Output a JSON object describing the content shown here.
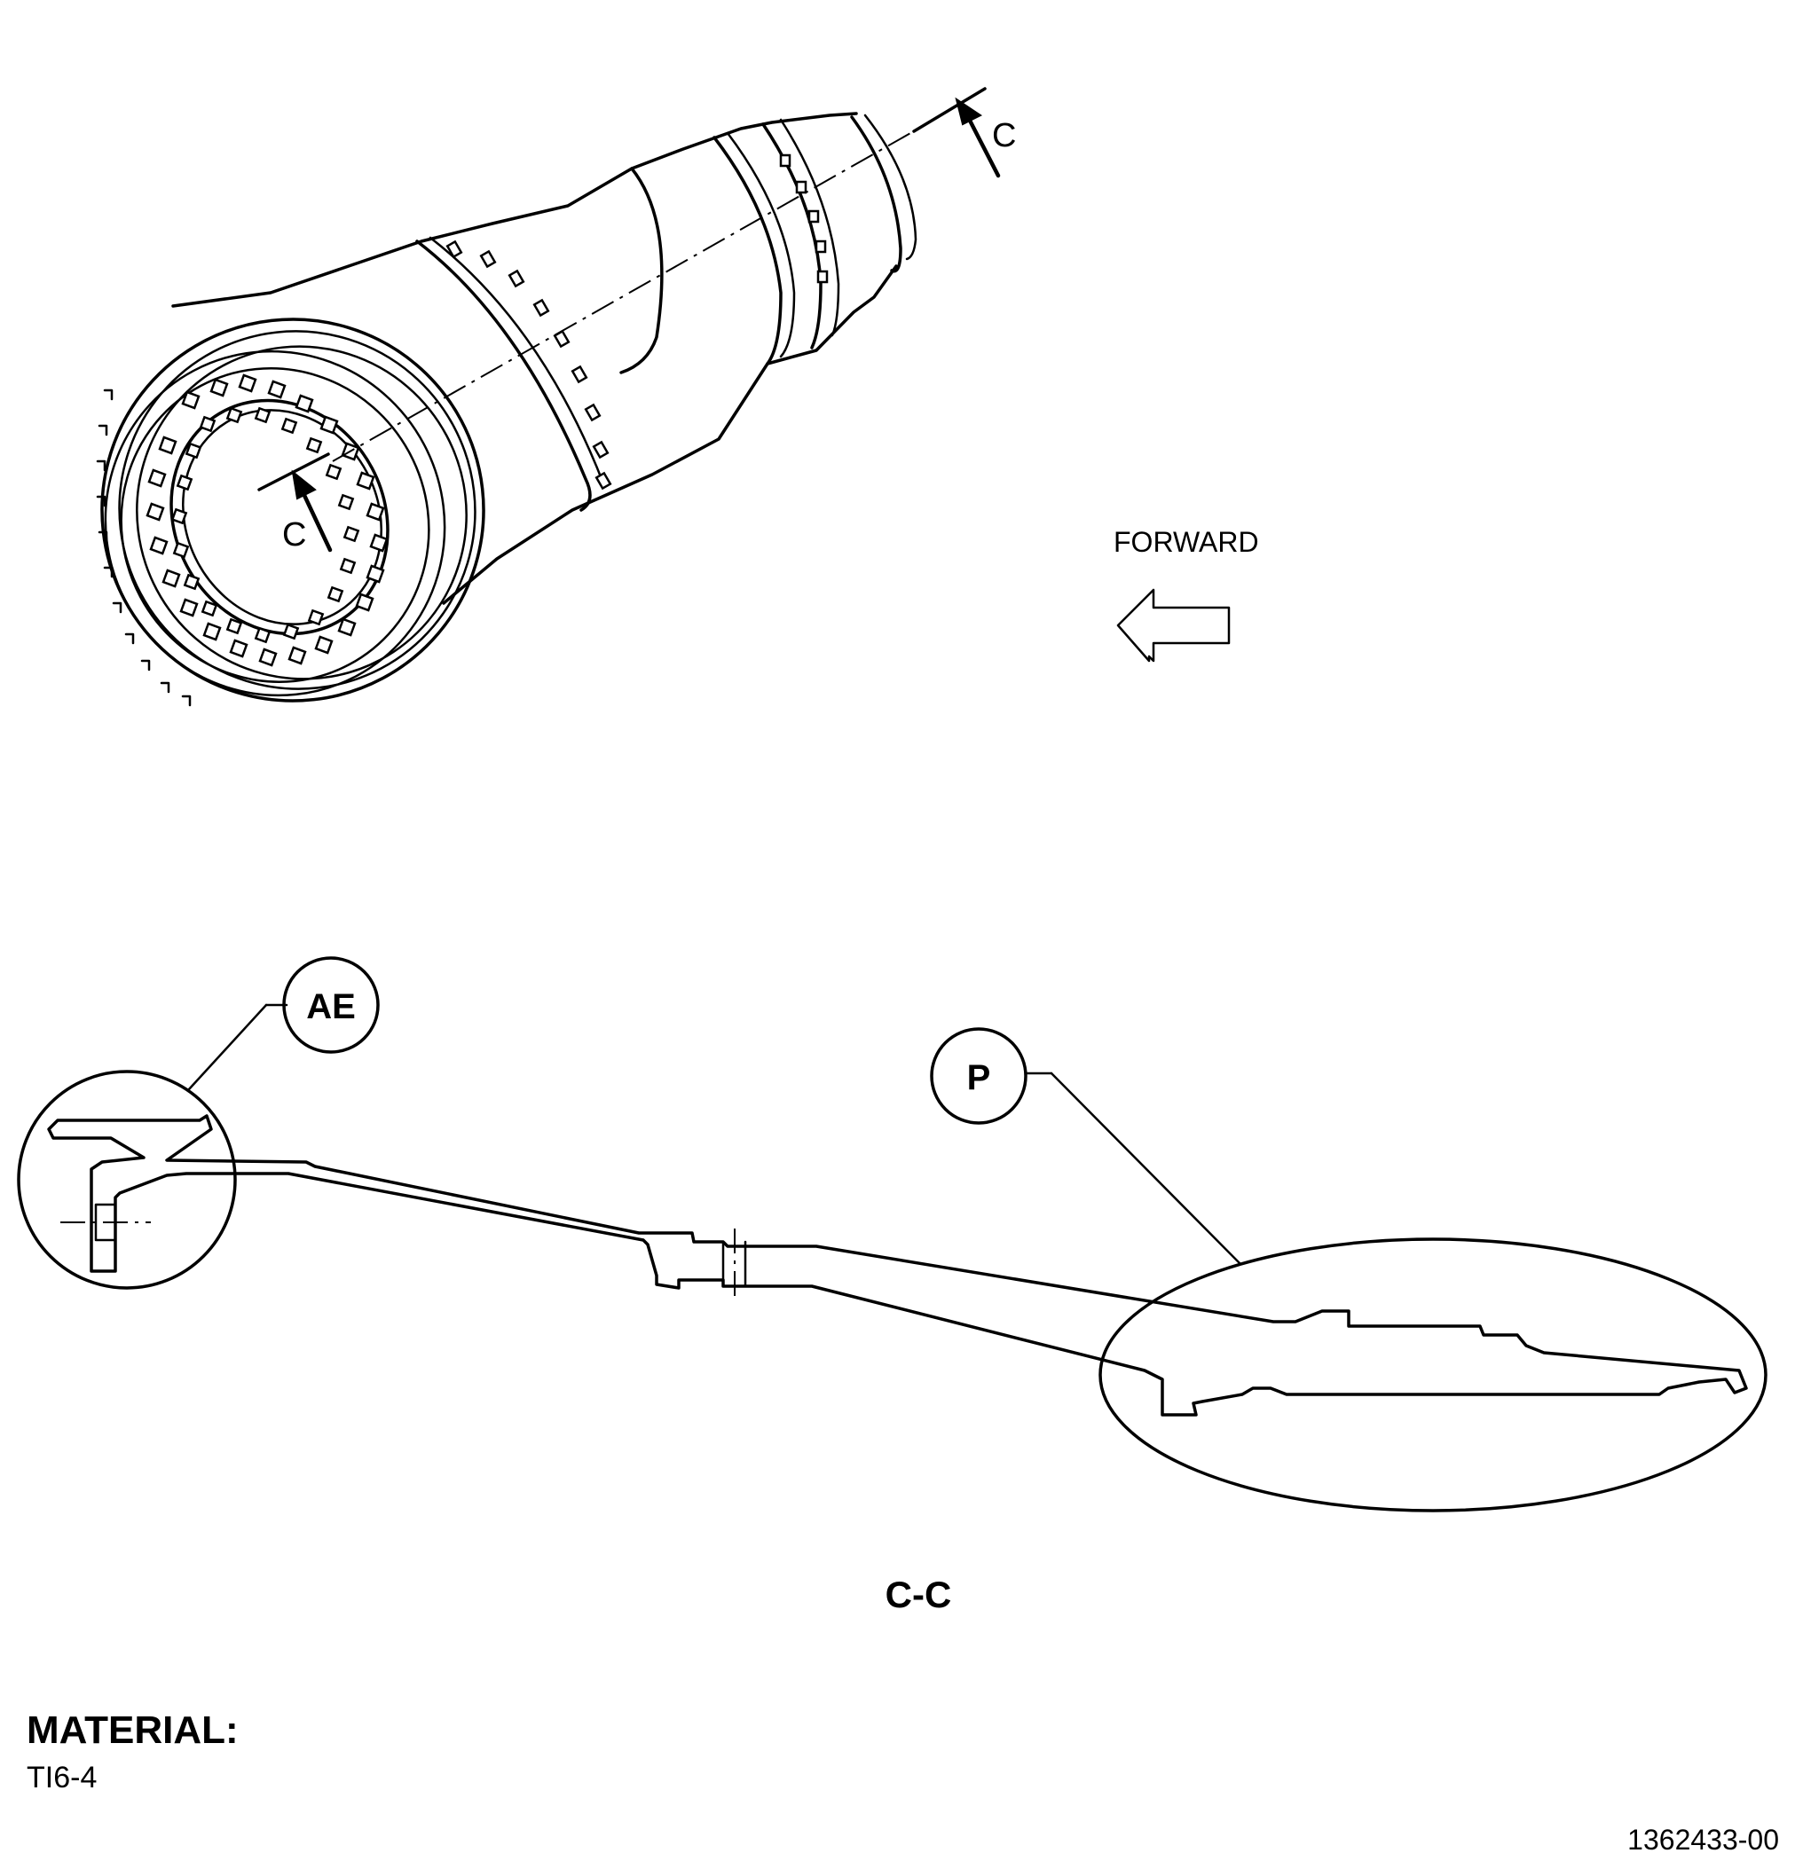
{
  "labels": {
    "section_arrow_top": "C",
    "section_arrow_bottom": "C",
    "forward": "FORWARD",
    "detail_ae": "AE",
    "detail_p": "P",
    "section_title": "C-C",
    "material_heading": "MATERIAL:",
    "material_value": "TI6-4",
    "figure_number": "1362433-00"
  }
}
